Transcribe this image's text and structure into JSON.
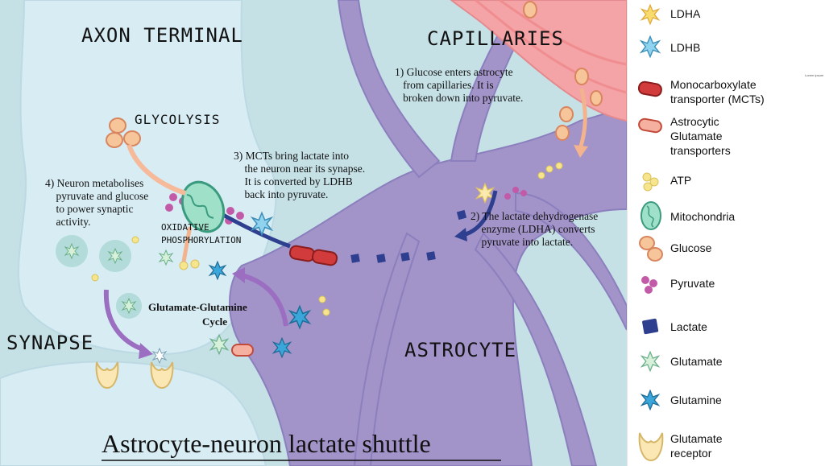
{
  "diagram": {
    "title": "Astrocyte-neuron lactate shuttle",
    "regions": {
      "axon_terminal": "AXON TERMINAL",
      "capillaries": "CAPILLARIES",
      "synapse": "SYNAPSE",
      "astrocyte": "ASTROCYTE"
    },
    "process_labels": {
      "glycolysis": "GLYCOLYSIS",
      "oxidative_1": "OXIDATIVE",
      "oxidative_2": "PHOSPHORYLATION",
      "cycle_1": "Glutamate-Glutamine",
      "cycle_2": "Cycle"
    },
    "steps": {
      "step1": "1) Glucose enters astrocyte\n   from capillaries. It is\n   broken down into pyruvate.",
      "step2": "2) The lactate dehydrogenase\n    enzyme (LDHA) converts\n    pyruvate into lactate.",
      "step3": "3) MCTs bring lactate into\n    the neuron near its synapse.\n    It is converted by LDHB\n    back into pyruvate.",
      "step4": "4) Neuron metabolises\n    pyruvate and glucose\n    to power synaptic\n    activity."
    },
    "tiny_text": "Lorem ipsum",
    "colors": {
      "neuron": "#d7ecf3",
      "astrocyte": "#a293c9",
      "capillary": "#f4a4a6",
      "background": "#c5e1e6",
      "lactate": "#2f3f8f",
      "glutamine": "#3aa6d9"
    }
  },
  "legend": [
    {
      "icon": "ldha-icon",
      "label": "LDHA"
    },
    {
      "icon": "ldhb-icon",
      "label": "LDHB"
    },
    {
      "icon": "mct-icon",
      "label": "Monocarboxylate\ntransporter (MCTs)"
    },
    {
      "icon": "glutamate-transporter-icon",
      "label": "Astrocytic\nGlutamate\ntransporters"
    },
    {
      "icon": "atp-icon",
      "label": "ATP"
    },
    {
      "icon": "mitochondria-icon",
      "label": "Mitochondria"
    },
    {
      "icon": "glucose-icon",
      "label": "Glucose"
    },
    {
      "icon": "pyruvate-icon",
      "label": "Pyruvate"
    },
    {
      "icon": "lactate-icon",
      "label": "Lactate"
    },
    {
      "icon": "glutamate-icon",
      "label": "Glutamate"
    },
    {
      "icon": "glutamine-icon",
      "label": "Glutamine"
    },
    {
      "icon": "glutamate-receptor-icon",
      "label": "Glutamate\nreceptor"
    }
  ]
}
